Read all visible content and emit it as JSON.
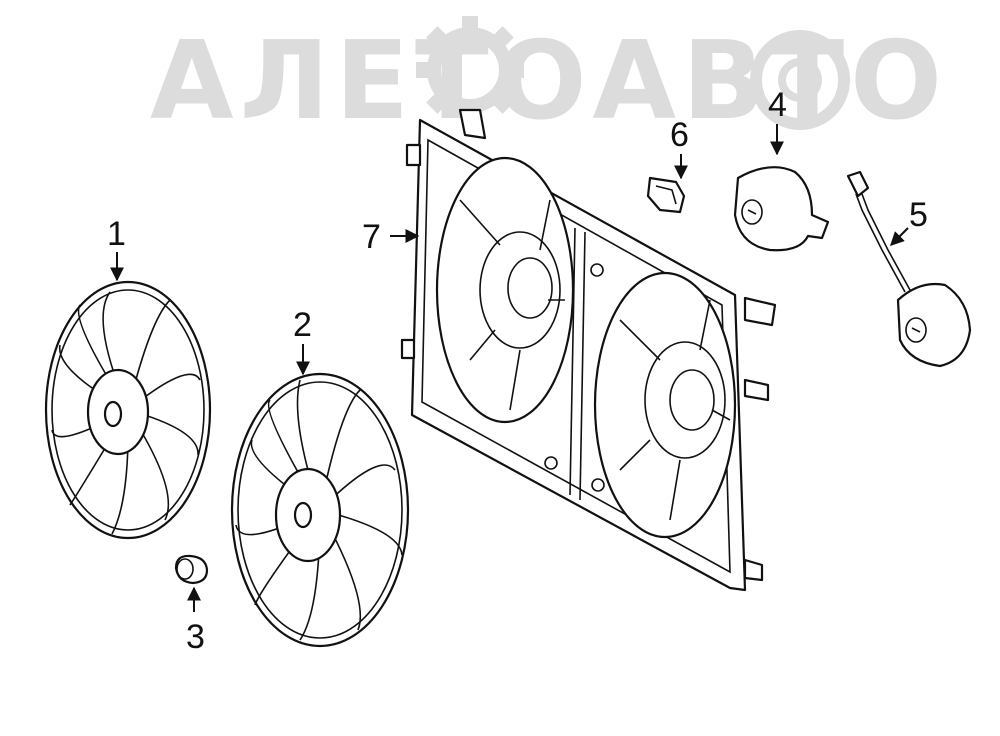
{
  "watermark": {
    "text": "АЛЕТОАВТО",
    "color": "#d9d9d9"
  },
  "callouts": [
    {
      "id": "1",
      "label": "1"
    },
    {
      "id": "2",
      "label": "2"
    },
    {
      "id": "3",
      "label": "3"
    },
    {
      "id": "4",
      "label": "4"
    },
    {
      "id": "5",
      "label": "5"
    },
    {
      "id": "6",
      "label": "6"
    },
    {
      "id": "7",
      "label": "7"
    }
  ],
  "colors": {
    "line": "#111111",
    "background": "#ffffff"
  }
}
